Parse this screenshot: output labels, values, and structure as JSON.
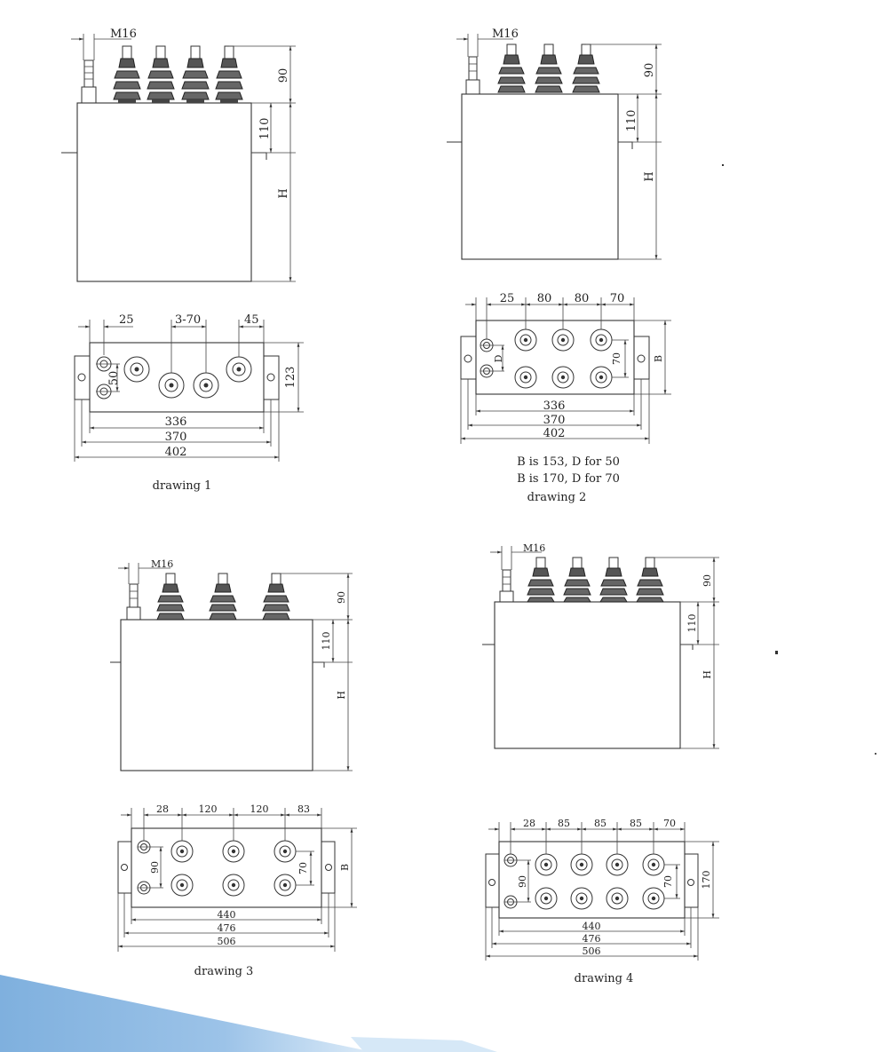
{
  "drawings": [
    {
      "caption": "drawing 1",
      "side": {
        "thread": "M16",
        "top_dim": "90",
        "upper_dim": "110",
        "height_dim": "H"
      },
      "plan": {
        "dims_top": [
          "25",
          "3-70",
          "45"
        ],
        "dim_vertical_inner": "50",
        "dim_vertical_outer": "123",
        "dims_bottom": [
          "336",
          "370",
          "402"
        ]
      }
    },
    {
      "caption": "drawing 2",
      "side": {
        "thread": "M16",
        "top_dim": "90",
        "upper_dim": "110",
        "height_dim": "H"
      },
      "plan": {
        "dims_top": [
          "25",
          "80",
          "80",
          "70"
        ],
        "dim_vertical_inner": "D",
        "dim_vertical_mid": "70",
        "dim_vertical_outer": "B",
        "dims_bottom": [
          "336",
          "370",
          "402"
        ]
      },
      "notes": [
        "B is 153, D for 50",
        "B is 170, D for 70"
      ]
    },
    {
      "caption": "drawing 3",
      "side": {
        "thread": "M16",
        "top_dim": "90",
        "upper_dim": "110",
        "height_dim": "H"
      },
      "plan": {
        "dims_top": [
          "28",
          "120",
          "120",
          "83"
        ],
        "dim_vertical_inner": "90",
        "dim_vertical_mid": "70",
        "dim_vertical_outer": "B",
        "dims_bottom": [
          "440",
          "476",
          "506"
        ]
      }
    },
    {
      "caption": "drawing 4",
      "side": {
        "thread": "M16",
        "top_dim": "90",
        "upper_dim": "110",
        "height_dim": "H"
      },
      "plan": {
        "dims_top": [
          "28",
          "85",
          "85",
          "85",
          "70"
        ],
        "dim_vertical_inner": "90",
        "dim_vertical_mid": "70",
        "dim_vertical_outer": "170",
        "dims_bottom": [
          "440",
          "476",
          "506"
        ]
      }
    }
  ],
  "colors": {
    "line": "#333333",
    "accent_light": "#cfe3f5",
    "accent_dark": "#7fb0de"
  }
}
